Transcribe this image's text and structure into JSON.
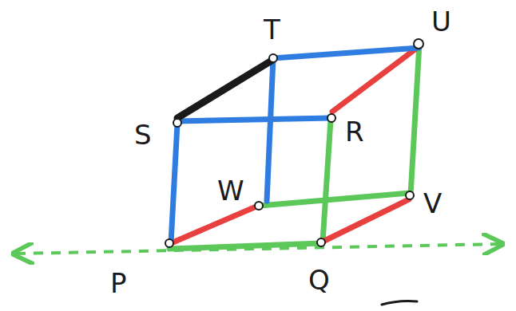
{
  "diagram": {
    "labels": [
      "T",
      "U",
      "S",
      "R",
      "W",
      "V",
      "P",
      "Q"
    ]
  }
}
